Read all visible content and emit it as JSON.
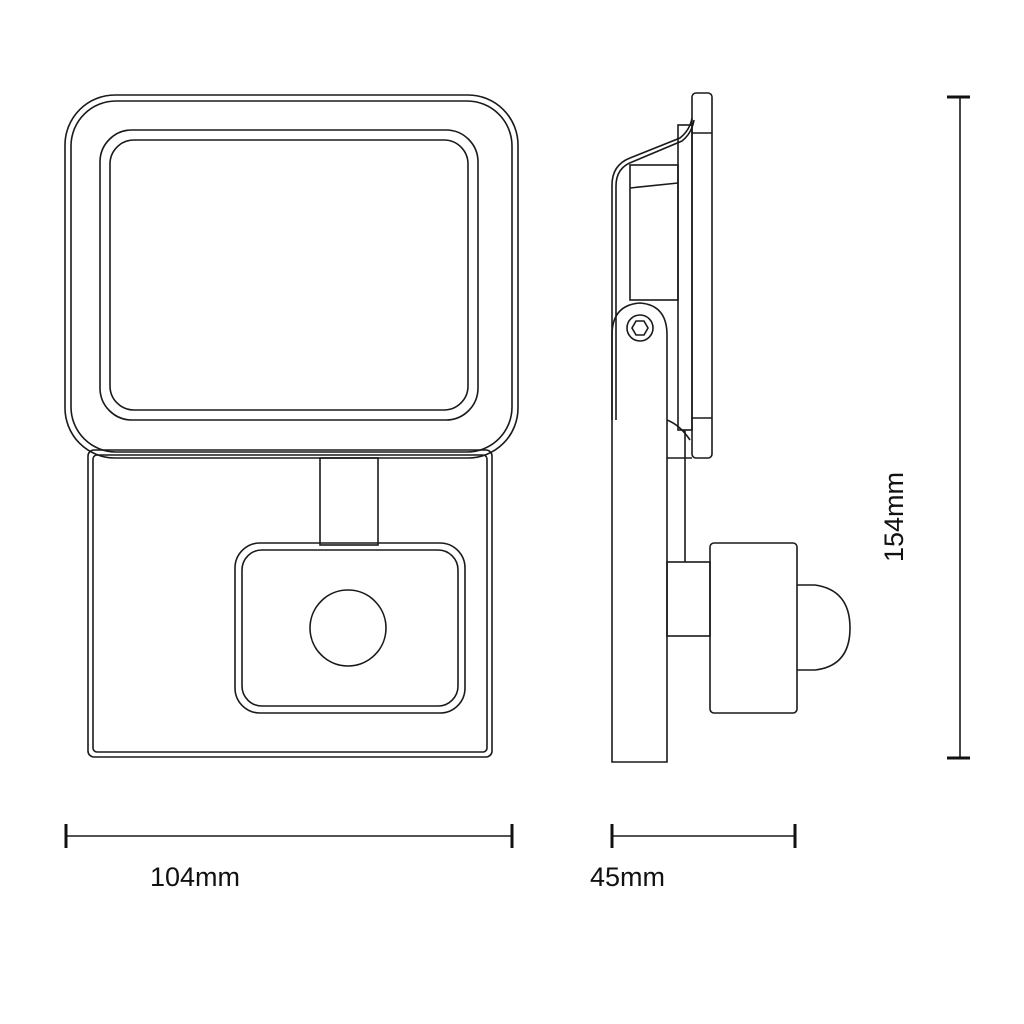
{
  "dimensions": {
    "width_label": "104mm",
    "depth_label": "45mm",
    "height_label": "154mm"
  },
  "colors": {
    "line": "#1a1a1a",
    "background": "#ffffff"
  }
}
